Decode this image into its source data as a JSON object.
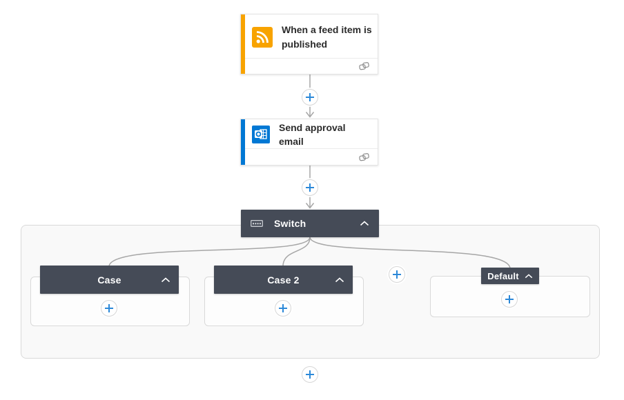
{
  "flow": {
    "trigger_card": {
      "title": "When a feed item is published",
      "icon": "rss-icon",
      "accent_color": "#F8A300"
    },
    "action_card": {
      "title": "Send approval email",
      "icon": "outlook-icon",
      "accent_color": "#0078D4"
    },
    "switch_block": {
      "label": "Switch",
      "icon": "switch-icon",
      "collapse_icon": "chevron-up-icon"
    },
    "branches": [
      {
        "label": "Case",
        "collapse_icon": "chevron-up-icon"
      },
      {
        "label": "Case 2",
        "collapse_icon": "chevron-up-icon"
      },
      {
        "label": "Default",
        "collapse_icon": "chevron-up-icon"
      }
    ]
  },
  "icons": {
    "insert_step": "plus-icon",
    "connection_indicator": "link-icon"
  },
  "colors": {
    "scope_header": "#454B57",
    "connector": "#A6A6A6",
    "plus_blue": "#2B88D8",
    "trigger_accent": "#F8A300",
    "action_accent": "#0078D4",
    "scope_background": "#F9F9F9",
    "scope_border": "#D9D9D9",
    "card_background": "#FFFFFF"
  }
}
